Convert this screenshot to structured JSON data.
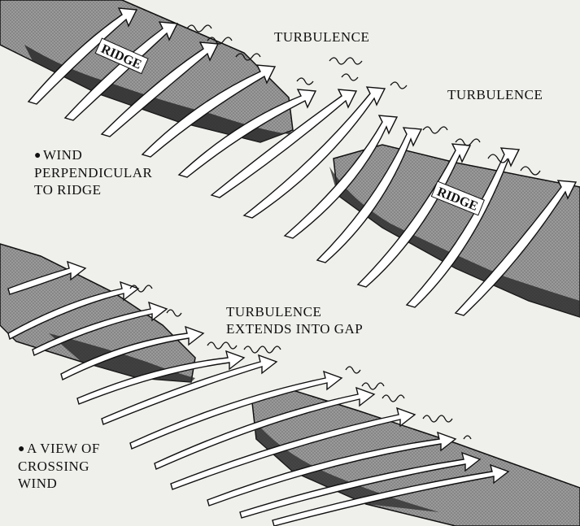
{
  "labels": {
    "turbulence_top": "TURBULENCE",
    "turbulence_right": "TURBULENCE",
    "ridge_upper": "RIDGE",
    "ridge_lower": "RIDGE",
    "turbulence_gap_line1": "TURBULENCE",
    "turbulence_gap_line2": "EXTENDS INTO GAP",
    "caption_top_line1": "WIND",
    "caption_top_line2": "PERPENDICULAR",
    "caption_top_line3": "TO RIDGE",
    "caption_bottom_line1": "A VIEW OF",
    "caption_bottom_line2": "CROSSING",
    "caption_bottom_line3": "WIND"
  },
  "colors": {
    "ridge_fill": "#8f8f8f",
    "ridge_shadow": "#2a2a2a",
    "ink": "#111111",
    "paper": "#efefeb"
  }
}
